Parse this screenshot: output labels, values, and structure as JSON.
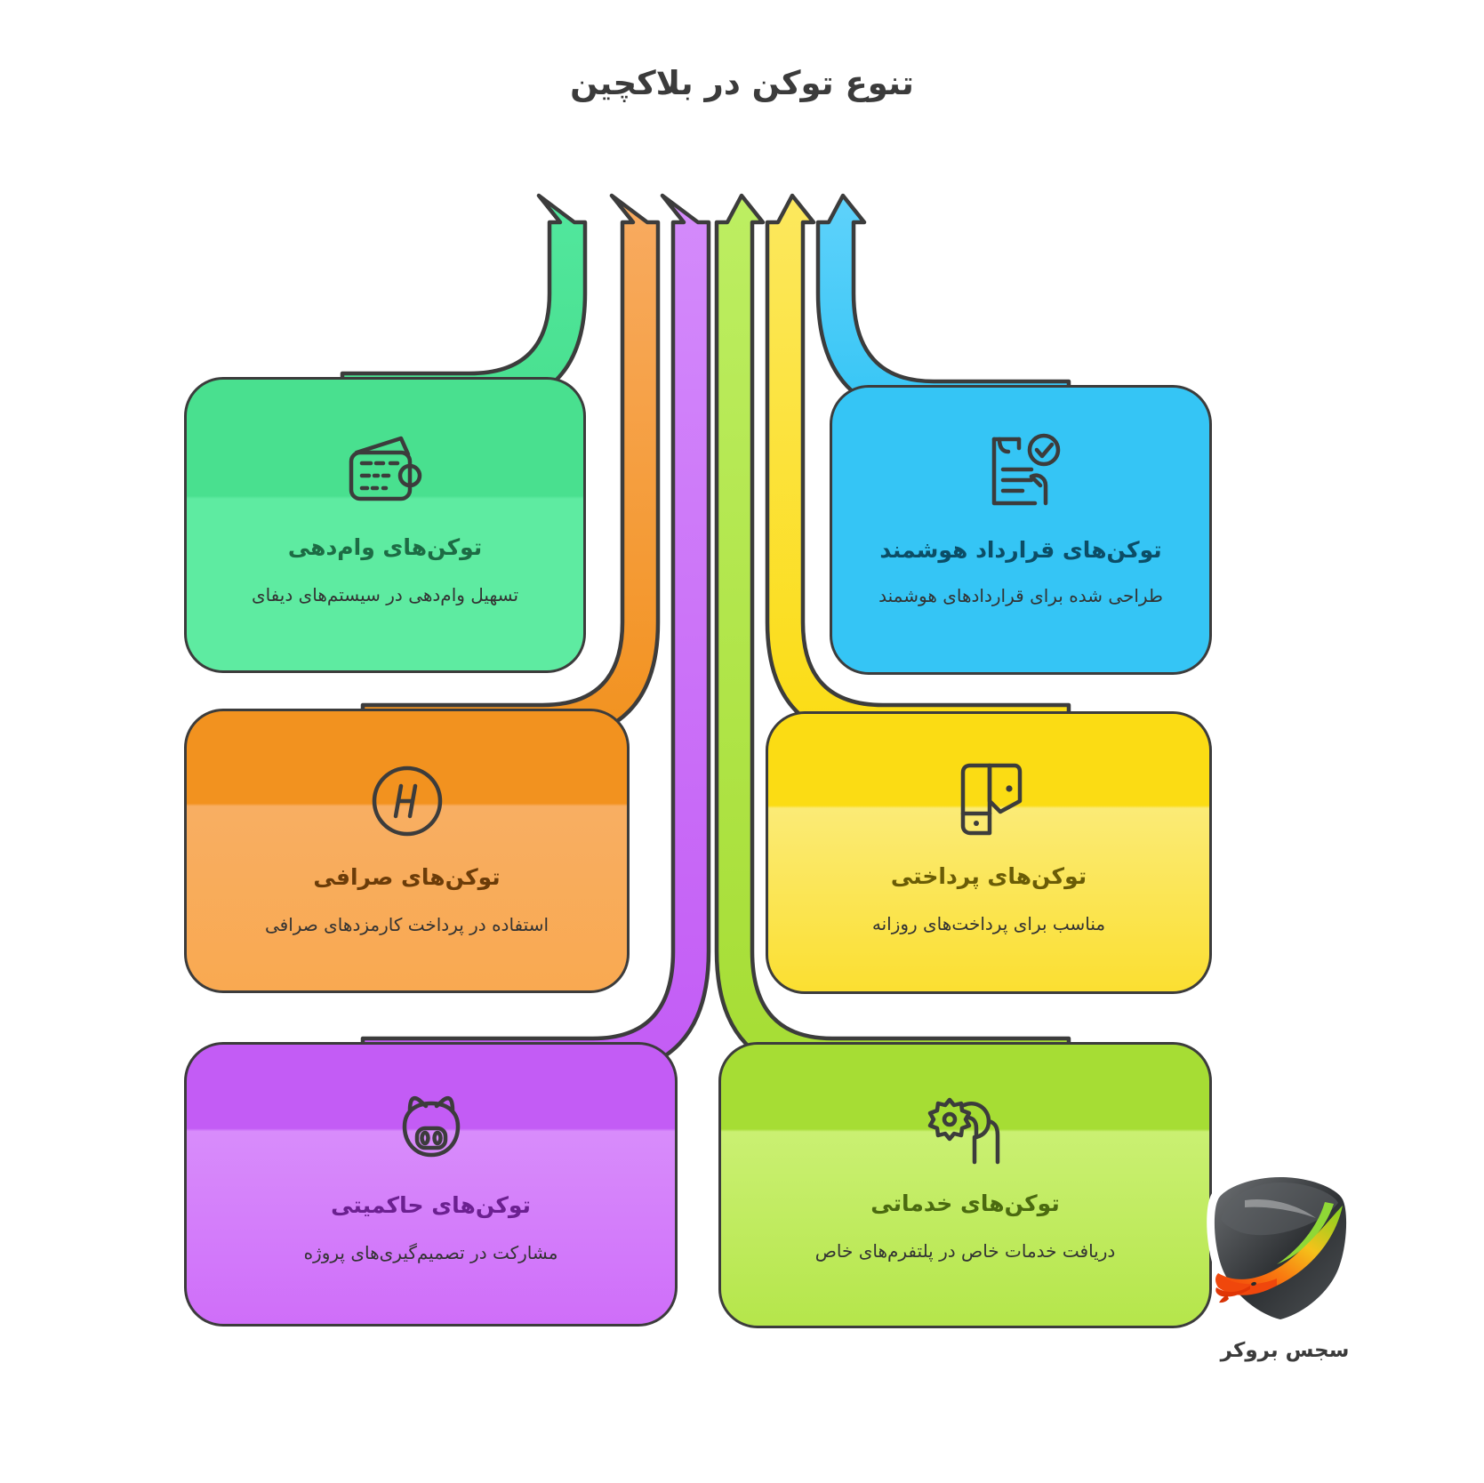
{
  "header": {
    "title": "تنوع توکن در بلاکچین"
  },
  "colors": {
    "green": "#4ee39a",
    "orange": "#f6a75c",
    "purple": "#cd7cf7",
    "lime": "#b2e85a",
    "yellow": "#fbe24c",
    "blue": "#4fc9f7",
    "outline": "#3c3c3c",
    "background": "#ffffff",
    "title_text": "#3b3b3b"
  },
  "cards": [
    {
      "id": "lending",
      "side": "left",
      "title": "توکن‌های وام‌دهی",
      "description": "تسهیل وام‌دهی در سیستم‌های دیفای",
      "icon": "wallet-icon",
      "color": "#4ee39a"
    },
    {
      "id": "exchange",
      "side": "left",
      "title": "توکن‌های صرافی",
      "description": "استفاده در پرداخت کارمزدهای صرافی",
      "icon": "hydrogen-circle-icon",
      "color": "#f6a75c"
    },
    {
      "id": "governance",
      "side": "left",
      "title": "توکن‌های حاکمیتی",
      "description": "مشارکت در تصمیم‌گیری‌های پروژه",
      "icon": "piggy-face-icon",
      "color": "#cd7cf7"
    },
    {
      "id": "smart",
      "side": "right",
      "title": "توکن‌های قرارداد هوشمند",
      "description": "طراحی شده برای قراردادهای هوشمند",
      "icon": "signed-contract-icon",
      "color": "#4fc9f7"
    },
    {
      "id": "payment",
      "side": "right",
      "title": "توکن‌های پرداختی",
      "description": "مناسب برای پرداخت‌های روزانه",
      "icon": "mobile-wallet-icon",
      "color": "#fbe24c"
    },
    {
      "id": "service",
      "side": "right",
      "title": "توکن‌های خدماتی",
      "description": "دریافت خدمات خاص در پلتفرم‌های خاص",
      "icon": "gear-hand-icon",
      "color": "#b2e85a"
    }
  ],
  "arrows": [
    {
      "name": "arrow-green",
      "color": "#4ee39a",
      "connects": "lending"
    },
    {
      "name": "arrow-orange",
      "color": "#f6a75c",
      "connects": "exchange"
    },
    {
      "name": "arrow-purple",
      "color": "#cd7cf7",
      "connects": "governance"
    },
    {
      "name": "arrow-lime",
      "color": "#b2e85a",
      "connects": "service"
    },
    {
      "name": "arrow-yellow",
      "color": "#fbe24c",
      "connects": "payment"
    },
    {
      "name": "arrow-blue",
      "color": "#4fc9f7",
      "connects": "smart"
    }
  ],
  "logo": {
    "name": "sejes-broker-logo",
    "text": "سجس بروکر"
  }
}
